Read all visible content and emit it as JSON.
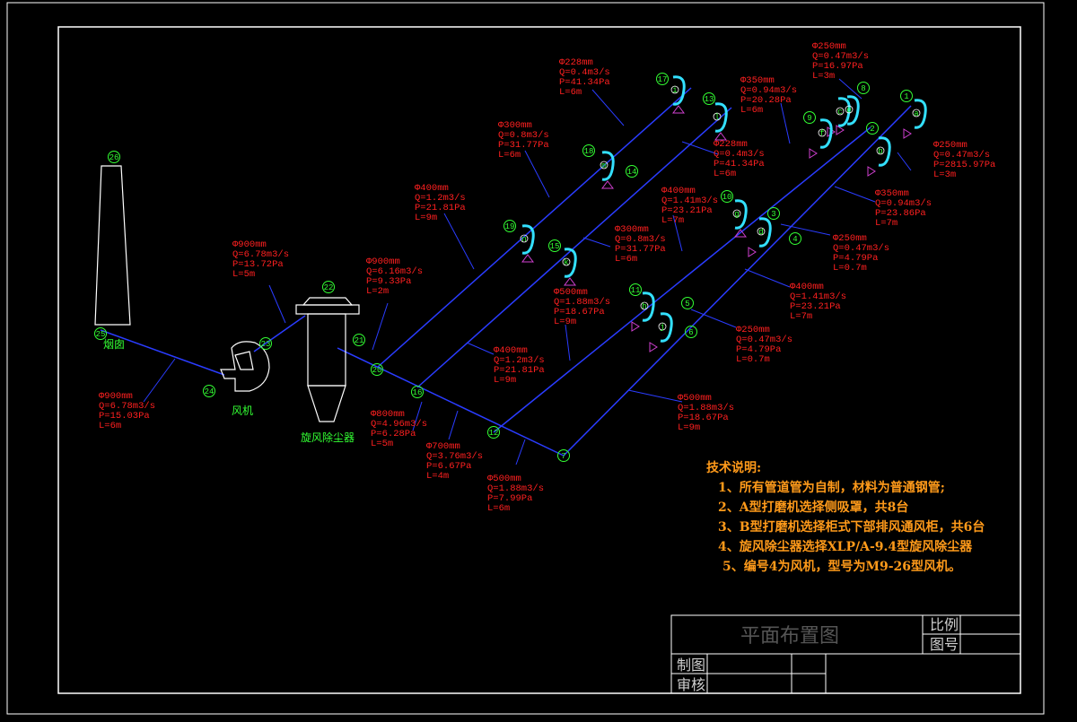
{
  "equipment": {
    "chimney": {
      "num": "26",
      "label": "烟囱"
    },
    "fan": {
      "num": "24",
      "label": "风机"
    },
    "cyclone": {
      "num": "22",
      "label": "旋风除尘器"
    },
    "fan_in_node": "23",
    "chimney_base_node": "25"
  },
  "nodes": [
    "1",
    "2",
    "3",
    "4",
    "5",
    "6",
    "7",
    "8",
    "9",
    "10",
    "11",
    "12",
    "13",
    "14",
    "15",
    "16",
    "17",
    "18",
    "19",
    "20",
    "21"
  ],
  "hood_letters": [
    "a",
    "b",
    "c",
    "d",
    "e",
    "f",
    "g",
    "h",
    "i",
    "j",
    "k",
    "l",
    "m",
    "n"
  ],
  "segments": [
    [
      "Φ228mm",
      "Q=0.4m3/s",
      "P=41.34Pa",
      "L=6m"
    ],
    [
      "Φ250mm",
      "Q=0.47m3/s",
      "P=16.97Pa",
      "L=3m"
    ],
    [
      "Φ350mm",
      "Q=0.94m3/s",
      "P=20.28Pa",
      "L=6m"
    ],
    [
      "Φ300mm",
      "Q=0.8m3/s",
      "P=31.77Pa",
      "L=6m"
    ],
    [
      "Φ228mm",
      "Q=0.4m3/s",
      "P=41.34Pa",
      "L=6m"
    ],
    [
      "Φ250mm",
      "Q=0.47m3/s",
      "P=2815.97Pa",
      "L=3m"
    ],
    [
      "Φ400mm",
      "Q=1.2m3/s",
      "P=21.81Pa",
      "L=9m"
    ],
    [
      "Φ400mm",
      "Q=1.41m3/s",
      "P=23.21Pa",
      "L=7m"
    ],
    [
      "Φ350mm",
      "Q=0.94m3/s",
      "P=23.86Pa",
      "L=7m"
    ],
    [
      "Φ900mm",
      "Q=6.78m3/s",
      "P=13.72Pa",
      "L=5m"
    ],
    [
      "Φ300mm",
      "Q=0.8m3/s",
      "P=31.77Pa",
      "L=6m"
    ],
    [
      "Φ250mm",
      "Q=0.47m3/s",
      "P=4.79Pa",
      "L=0.7m"
    ],
    [
      "Φ900mm",
      "Q=6.16m3/s",
      "P=9.33Pa",
      "L=2m"
    ],
    [
      "Φ500mm",
      "Q=1.88m3/s",
      "P=18.67Pa",
      "L=9m"
    ],
    [
      "Φ400mm",
      "Q=1.41m3/s",
      "P=23.21Pa",
      "L=7m"
    ],
    [
      "Φ400mm",
      "Q=1.2m3/s",
      "P=21.81Pa",
      "L=9m"
    ],
    [
      "Φ250mm",
      "Q=0.47m3/s",
      "P=4.79Pa",
      "L=0.7m"
    ],
    [
      "Φ900mm",
      "Q=6.78m3/s",
      "P=15.03Pa",
      "L=6m"
    ],
    [
      "Φ800mm",
      "Q=4.96m3/s",
      "P=6.28Pa",
      "L=5m"
    ],
    [
      "Φ700mm",
      "Q=3.76m3/s",
      "P=6.67Pa",
      "L=4m"
    ],
    [
      "Φ500mm",
      "Q=1.88m3/s",
      "P=18.67Pa",
      "L=9m"
    ],
    [
      "Φ500mm",
      "Q=1.88m3/s",
      "P=7.99Pa",
      "L=6m"
    ]
  ],
  "notes": {
    "title": "技术说明:",
    "items": [
      "1、所有管道管为自制，材料为普通钢管;",
      "2、A型打磨机选择侧吸罩，共8台",
      "3、B型打磨机选择柜式下部排风通风柜，共6台",
      "4、旋风除尘器选择XLP/A-9.4型旋风除尘器",
      "5、编号4为风机，型号为M9-26型风机。"
    ]
  },
  "title_block": {
    "title": "平面布置图",
    "scale_label": "比例",
    "drawing_no_label": "图号",
    "drawn_by_label": "制图",
    "checked_by_label": "审核"
  },
  "colors": {
    "background": "#000000",
    "duct": "#2a3cff",
    "label": "#ff2020",
    "node": "#33ff33",
    "hood": "#33e0ff",
    "arrow": "#d040d0",
    "notes": "#ff9a1a",
    "frame": "#ffffff"
  }
}
